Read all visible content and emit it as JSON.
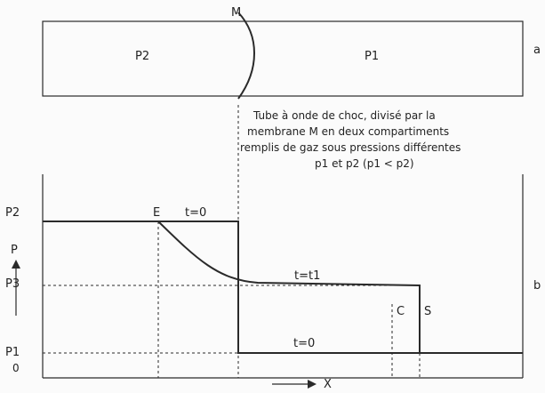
{
  "top_panel": {
    "membrane_label": "M",
    "left_pressure": "P2",
    "right_pressure": "P1",
    "panel_tag": "a"
  },
  "caption": {
    "line1": "Tube à onde de choc, divisé par la",
    "line2": "membrane M en deux compartiments",
    "line3": "remplis de gaz sous pressions différentes",
    "line4": "p1 et p2 (p1 < p2)"
  },
  "bottom_panel": {
    "y_axis_label": "P",
    "x_axis_label": "X",
    "panel_tag": "b",
    "tick_p2": "P2",
    "tick_p3": "P3",
    "tick_p1": "P1",
    "tick_zero": "0",
    "point_e": "E",
    "point_c": "C",
    "point_s": "S",
    "label_t0_left": "t=0",
    "label_t1": "t=t1",
    "label_t0_right": "t=0"
  }
}
